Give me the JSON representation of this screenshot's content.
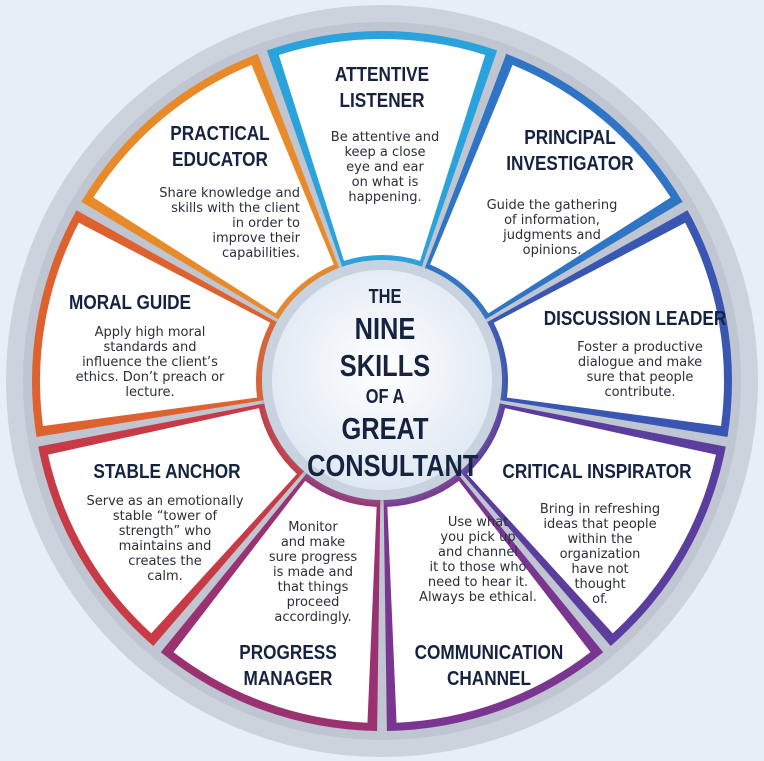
{
  "center": {
    "line1": "THE",
    "line2": "NINE SKILLS",
    "line3": "OF A",
    "line4": "GREAT",
    "line5": "CONSULTANT"
  },
  "skills": [
    {
      "title": "ATTENTIVE\nLISTENER",
      "desc": "Be attentive and\nkeep a close\neye and ear\non what is\nhappening.",
      "color": "#2aa2dc"
    },
    {
      "title": "PRINCIPAL\nINVESTIGATOR",
      "desc": "Guide the gathering\nof information,\njudgments and\nopinions.",
      "color": "#2f74c5"
    },
    {
      "title": "DISCUSSION LEADER",
      "desc": "Foster a productive\ndialogue and make\nsure that people\ncontribute.",
      "color": "#3a56b3"
    },
    {
      "title": "CRITICAL INSPIRATOR",
      "desc": "Bring in refreshing\nideas that people\nwithin the\norganization\nhave not\nthought\nof.",
      "color": "#5b3d9e"
    },
    {
      "title": "COMMUNICATION\nCHANNEL",
      "desc": "Use what\nyou pick up\nand channel\nit to those who\nneed to hear it.\nAlways be ethical.",
      "color": "#7a3590"
    },
    {
      "title": "PROGRESS\nMANAGER",
      "desc": "Monitor\nand make\nsure progress\nis made and\nthat things\nproceed\naccordingly.",
      "color": "#9a3272"
    },
    {
      "title": "STABLE ANCHOR",
      "desc": "Serve as an emotionally\nstable “tower of\nstrength” who\nmaintains and\ncreates the\ncalm.",
      "color": "#c83a45"
    },
    {
      "title": "MORAL GUIDE",
      "desc": "Apply high moral\nstandards and\ninfluence the client’s\nethics. Don’t preach or\nlecture.",
      "color": "#de6230"
    },
    {
      "title": "PRACTICAL\nEDUCATOR",
      "desc": "Share knowledge and\nskills with the client\nin order to\nimprove their\ncapabilities.",
      "color": "#e88a2a"
    }
  ]
}
